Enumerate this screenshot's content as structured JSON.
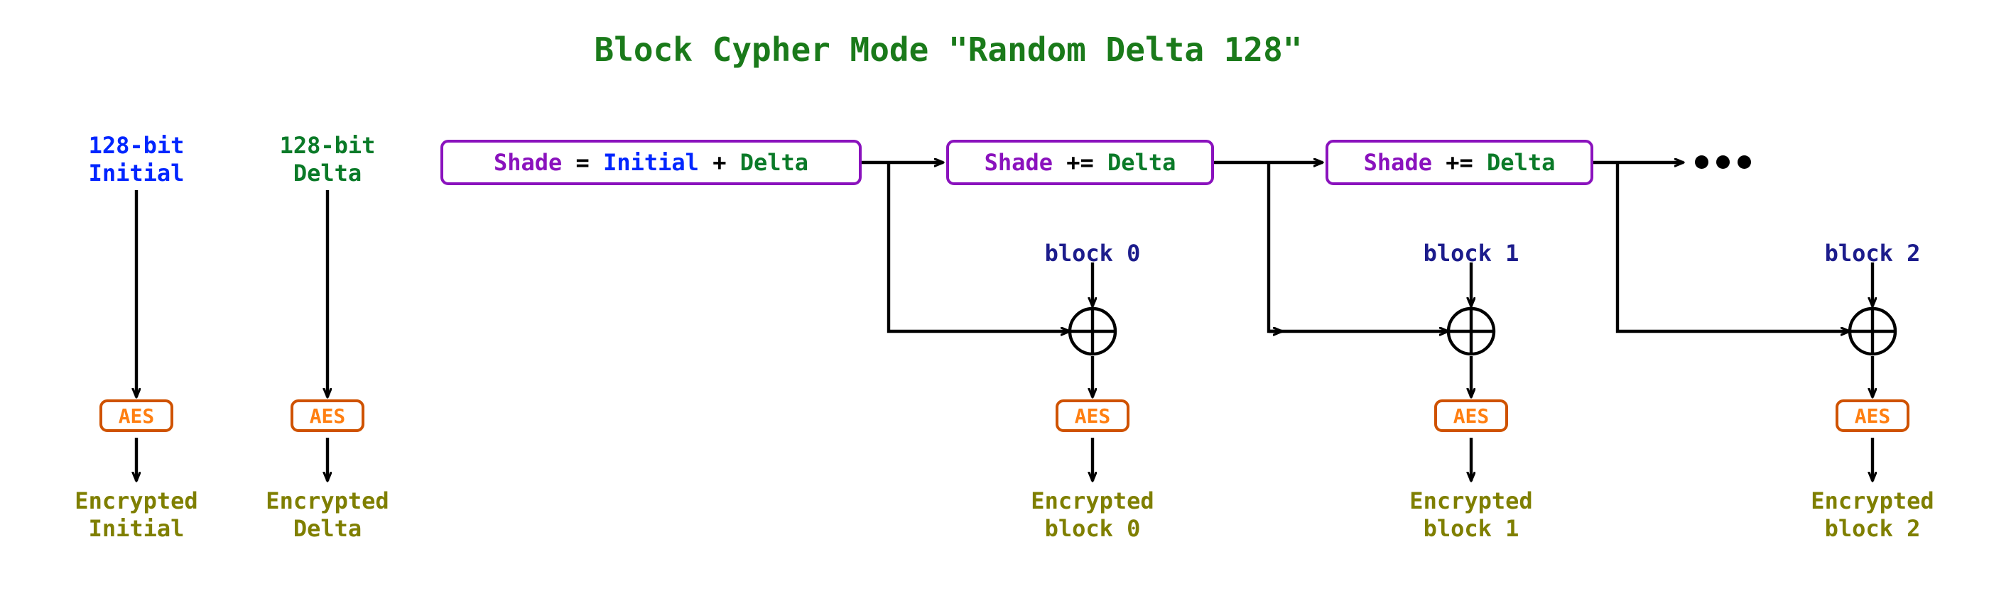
{
  "diagram": {
    "title": "Block Cypher Mode \"Random Delta 128\"",
    "background": "#ffffff",
    "colors": {
      "title_green": "#1a7a1a",
      "initial_blue": "#0026ff",
      "delta_green": "#0a7a28",
      "encrypted_olive": "#7f7f00",
      "block_navy": "#1c1c8c",
      "shade_purple": "#8a12bd",
      "aes_border_orange": "#cf5200",
      "aes_text_orange": "#ff7f11",
      "wire_black": "#000000"
    },
    "left_column": {
      "initial": {
        "header_line1": "128-bit",
        "header_line2": "Initial",
        "cipher_label": "AES",
        "output_line1": "Encrypted",
        "output_line2": "Initial"
      },
      "delta": {
        "header_line1": "128-bit",
        "header_line2": "Delta",
        "cipher_label": "AES",
        "output_line1": "Encrypted",
        "output_line2": "Delta"
      }
    },
    "shade_boxes": [
      {
        "tokens": [
          {
            "text": "Shade",
            "color": "purple"
          },
          {
            "text": " ",
            "color": "black"
          },
          {
            "text": "=",
            "color": "black"
          },
          {
            "text": " ",
            "color": "black"
          },
          {
            "text": "Initial",
            "color": "blue"
          },
          {
            "text": " ",
            "color": "black"
          },
          {
            "text": "+",
            "color": "black"
          },
          {
            "text": " ",
            "color": "black"
          },
          {
            "text": "Delta",
            "color": "green"
          }
        ],
        "plain": "Shade = Initial + Delta"
      },
      {
        "tokens": [
          {
            "text": "Shade",
            "color": "purple"
          },
          {
            "text": " ",
            "color": "black"
          },
          {
            "text": "+=",
            "color": "black"
          },
          {
            "text": " ",
            "color": "black"
          },
          {
            "text": "Delta",
            "color": "green"
          }
        ],
        "plain": "Shade += Delta"
      },
      {
        "tokens": [
          {
            "text": "Shade",
            "color": "purple"
          },
          {
            "text": " ",
            "color": "black"
          },
          {
            "text": "+=",
            "color": "black"
          },
          {
            "text": " ",
            "color": "black"
          },
          {
            "text": "Delta",
            "color": "green"
          }
        ],
        "plain": "Shade += Delta"
      }
    ],
    "block_stages": [
      {
        "plaintext_label": "block 0",
        "xor_symbol": "xor",
        "cipher_label": "AES",
        "output_line1": "Encrypted",
        "output_line2": "block 0"
      },
      {
        "plaintext_label": "block 1",
        "xor_symbol": "xor",
        "cipher_label": "AES",
        "output_line1": "Encrypted",
        "output_line2": "block 1"
      },
      {
        "plaintext_label": "block 2",
        "xor_symbol": "xor",
        "cipher_label": "AES",
        "output_line1": "Encrypted",
        "output_line2": "block 2"
      }
    ],
    "continuation": {
      "ellipsis": "•••",
      "dot_count": 3
    }
  }
}
